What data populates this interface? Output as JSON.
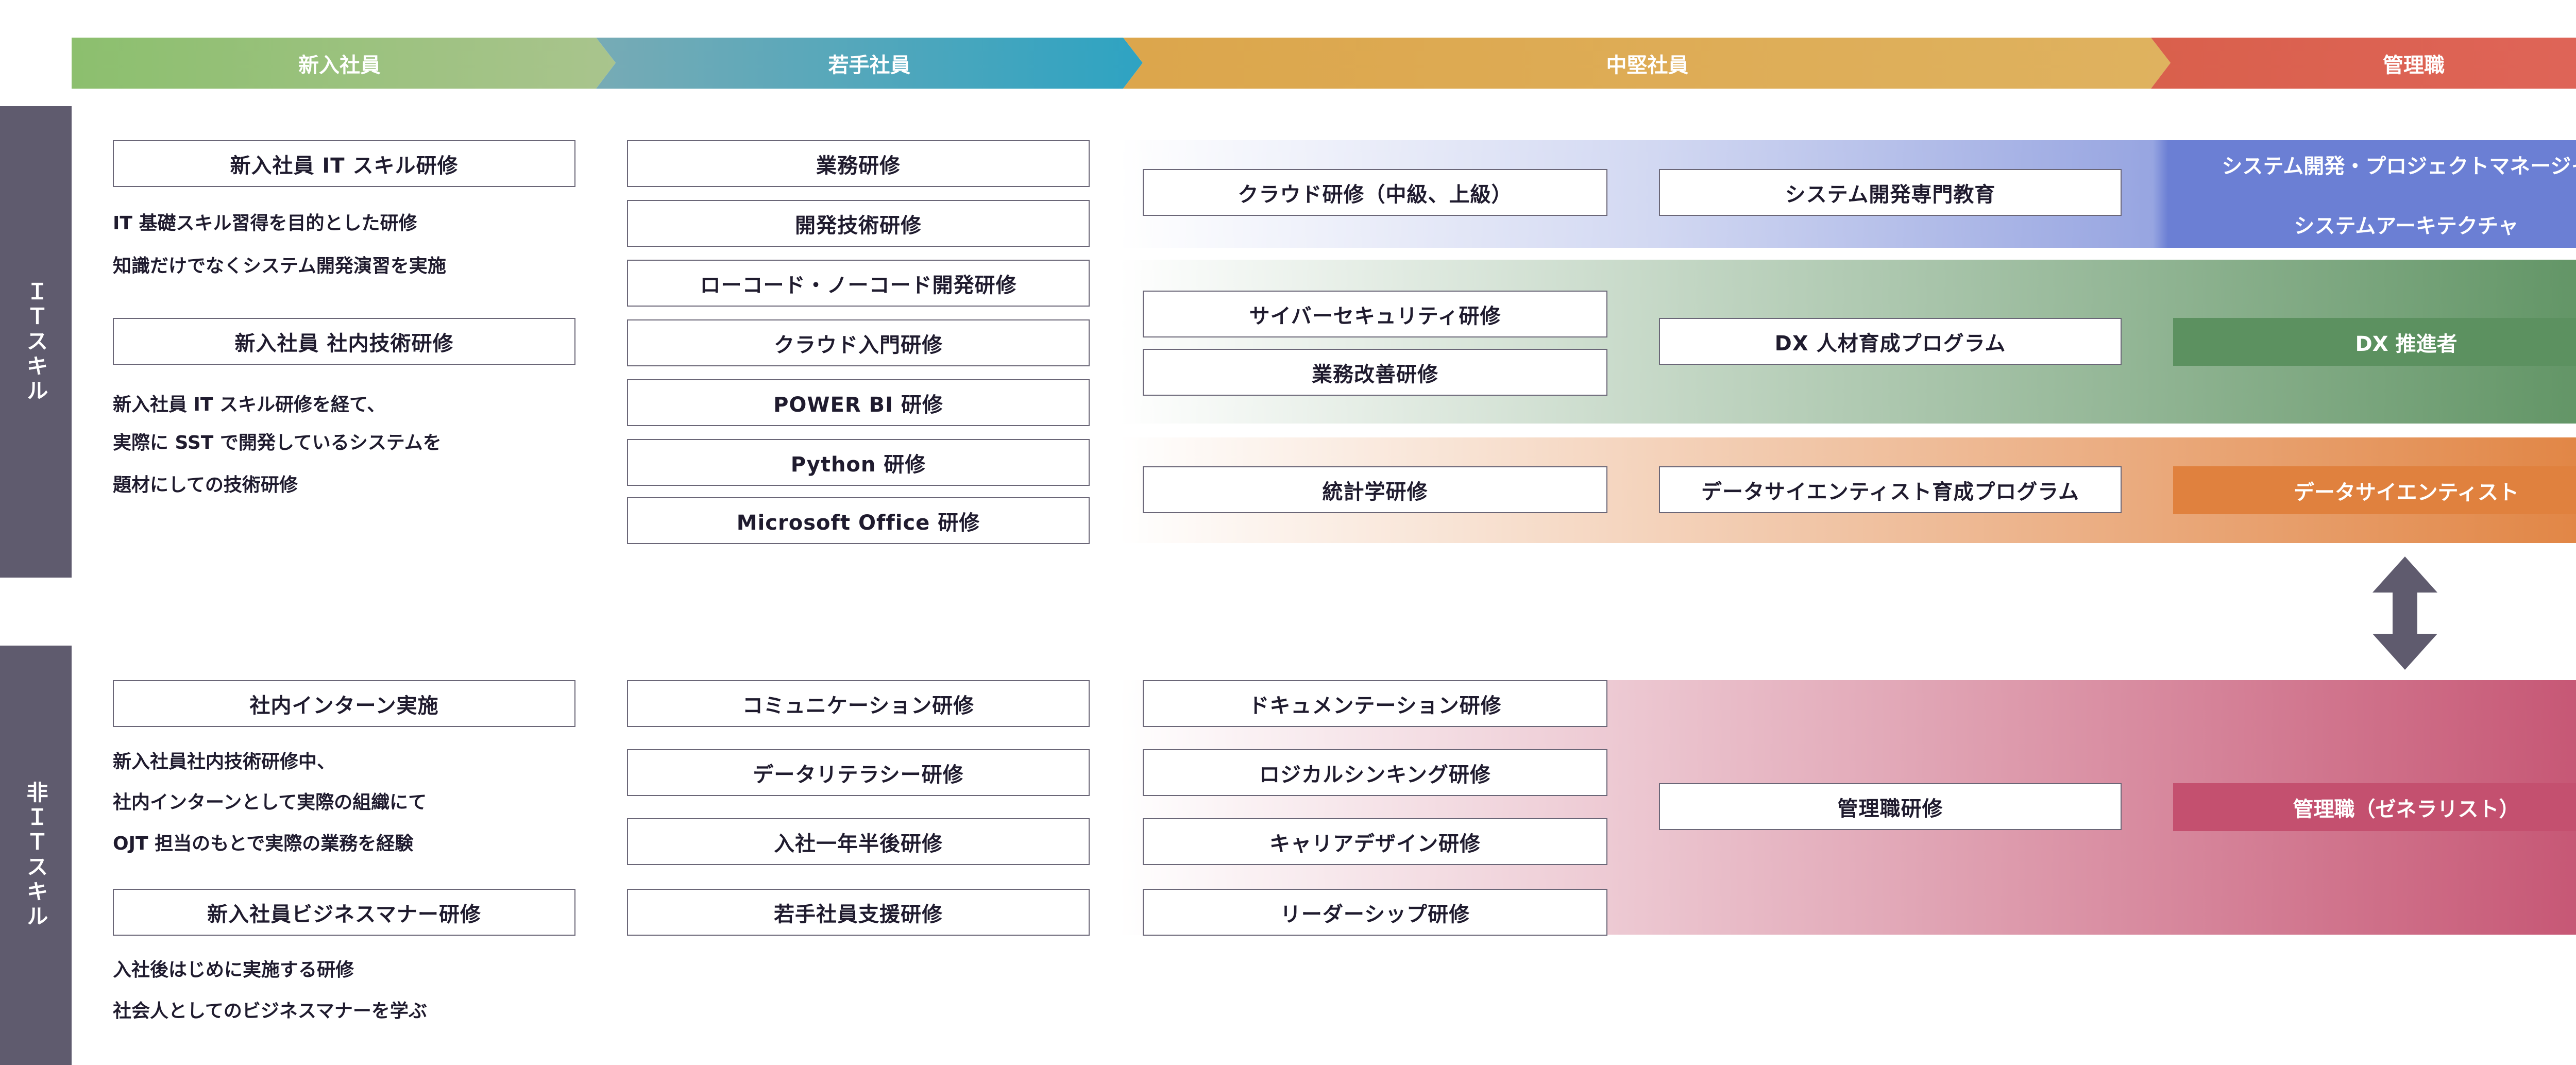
{
  "stages": [
    "新入社員",
    "若手社員",
    "中堅社員",
    "管理職"
  ],
  "sides": {
    "it": "ＩＴスキル",
    "nonit": "非ＩＴスキル"
  },
  "colors": {
    "sidebar": "#5f5b6e",
    "blue": "#6b7fd4",
    "green": "#5c9160",
    "orange": "#e0813e",
    "pink": "#c4506f"
  },
  "it": {
    "newhire": {
      "box1": "新入社員 IT スキル研修",
      "desc1": [
        "IT 基礎スキル習得を目的とした研修",
        "知識だけでなくシステム開発演習を実施"
      ],
      "box2": "新入社員 社内技術研修",
      "desc2": [
        "新入社員 IT スキル研修を経て、",
        "実際に SST で開発しているシステムを",
        "題材にしての技術研修"
      ]
    },
    "young": [
      "業務研修",
      "開発技術研修",
      "ローコード・ノーコード開発研修",
      "クラウド入門研修",
      "POWER BI 研修",
      "Python 研修",
      "Microsoft Office 研修"
    ],
    "system": {
      "mid": "クラウド研修（中級、上級）",
      "mid2": "システム開発専門教育",
      "goal1": "システム開発・プロジェクトマネージャ",
      "goal2": "システムアーキテクチャ"
    },
    "dx": {
      "mid_a": "サイバーセキュリティ研修",
      "mid_b": "業務改善研修",
      "mid2": "DX 人材育成プログラム",
      "goal": "DX 推進者"
    },
    "data": {
      "mid": "統計学研修",
      "mid2": "データサイエンティスト育成プログラム",
      "goal": "データサイエンティスト"
    }
  },
  "nonit": {
    "newhire": {
      "box1": "社内インターン実施",
      "desc1": [
        "新入社員社内技術研修中、",
        "社内インターンとして実際の組織にて",
        "OJT 担当のもとで実際の業務を経験"
      ],
      "box2": "新入社員ビジネスマナー研修",
      "desc2": [
        "入社後はじめに実施する研修",
        "社会人としてのビジネスマナーを学ぶ"
      ]
    },
    "young": [
      "コミュニケーション研修",
      "データリテラシー研修",
      "入社一年半後研修",
      "若手社員支援研修"
    ],
    "mid": [
      "ドキュメンテーション研修",
      "ロジカルシンキング研修",
      "キャリアデザイン研修",
      "リーダーシップ研修"
    ],
    "mgmt": {
      "mid2": "管理職研修",
      "goal": "管理職（ゼネラリスト）"
    }
  }
}
